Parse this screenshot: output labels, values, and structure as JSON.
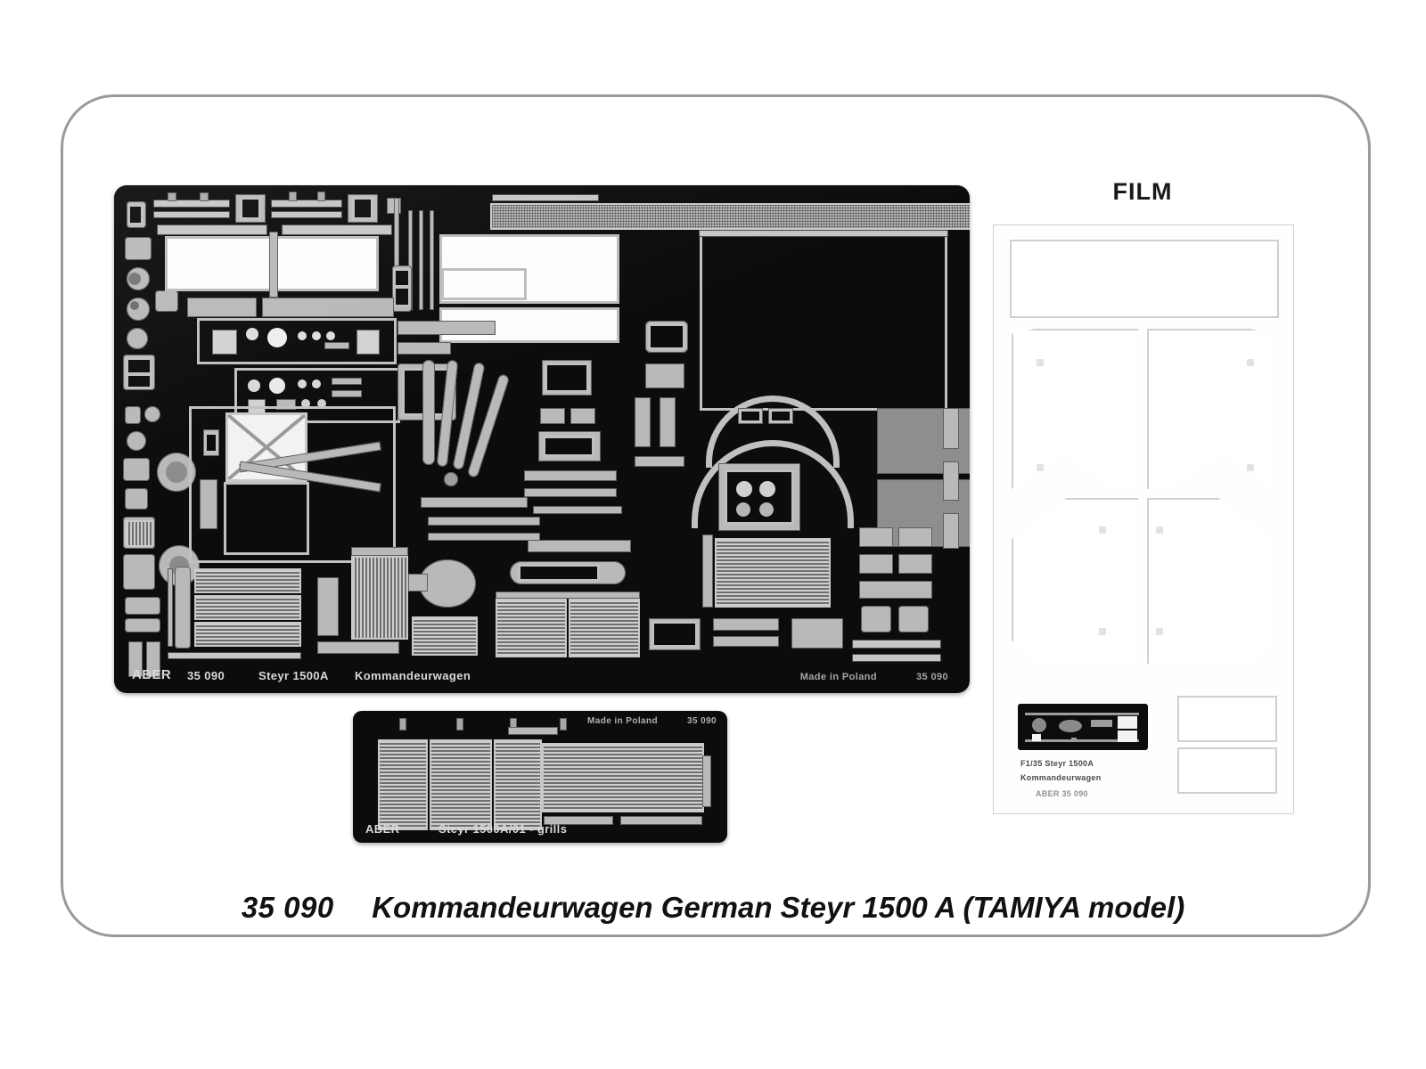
{
  "product": {
    "catalog_number": "35 090",
    "title": "Kommandeurwagen German Steyr 1500 A (TAMIYA model)"
  },
  "film": {
    "heading": "FILM",
    "decal_caption_line1": "F1/35 Steyr 1500A",
    "decal_caption_line2": "Kommandeurwagen",
    "decal_caption_line3": "ABER 35 090"
  },
  "frets": {
    "main": {
      "brand": "ABER",
      "catalog": "35 090",
      "subject": "Steyr 1500A",
      "variant": "Kommandeurwagen"
    },
    "grill": {
      "brand": "ABER",
      "label": "Steyr 1500A/01 - grills",
      "top_right": "Made in Poland",
      "top_code": "35 090"
    }
  },
  "colors": {
    "fret_background": "#0c0c0c",
    "brass_part": "#b9b9b9",
    "frame_border": "#9a9a9a",
    "page_background": "#ffffff",
    "film_outline": "#cfcfcf",
    "caption_text": "#111111"
  }
}
